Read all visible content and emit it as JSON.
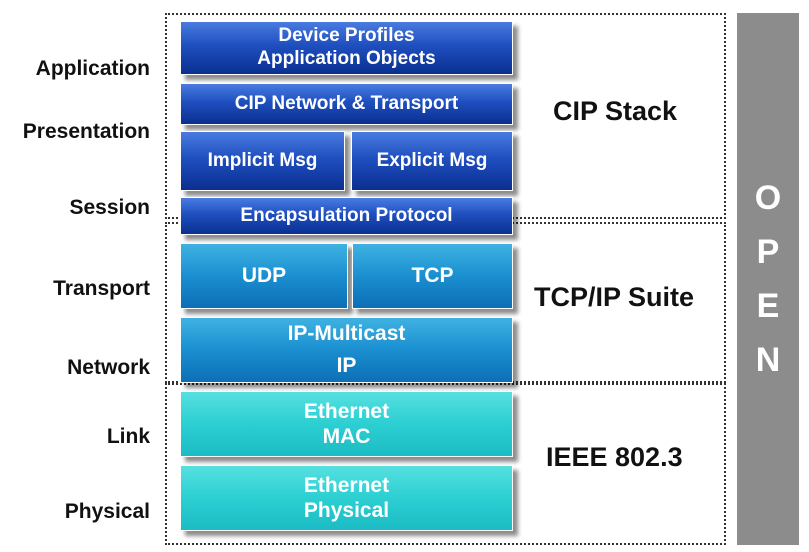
{
  "osi_layers": [
    "Application",
    "Presentation",
    "Session",
    "Transport",
    "Network",
    "Link",
    "Physical"
  ],
  "blocks": {
    "device_profiles": [
      "Device Profiles",
      "Application Objects"
    ],
    "cip_network": "CIP Network & Transport",
    "implicit": "Implicit Msg",
    "explicit": "Explicit Msg",
    "encapsulation": "Encapsulation Protocol",
    "udp": "UDP",
    "tcp": "TCP",
    "ip": [
      "IP-Multicast",
      "IP"
    ],
    "ethernet_mac": [
      "Ethernet",
      "MAC"
    ],
    "ethernet_physical": [
      "Ethernet",
      "Physical"
    ]
  },
  "stacks": {
    "cip": "CIP Stack",
    "tcpip": "TCP/IP Suite",
    "ieee": "IEEE 802.3"
  },
  "open_letters": [
    "O",
    "P",
    "E",
    "N"
  ],
  "colors": {
    "dark_blue": "#1f4fbf",
    "mid_blue": "#1a8fd0",
    "cyan": "#2ccfd2",
    "open_bar": "#8c8c8c"
  }
}
